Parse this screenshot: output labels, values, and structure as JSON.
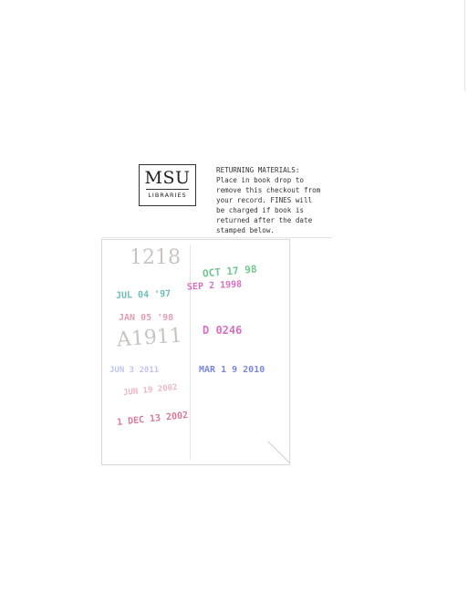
{
  "logo": {
    "name": "MSU",
    "sub": "LIBRARIES"
  },
  "notice": "RETURNING MATERIALS:\nPlace in book drop to\nremove this checkout from\nyour record. FINES will\nbe charged if book is\nreturned after the date\nstamped below.",
  "stamps": {
    "left": [
      "JUL 04 '97",
      "JAN 05 '98",
      "JUN 3 2011",
      "JUN 19 2002",
      "1 DEC 13 2002"
    ],
    "right": [
      "OCT 17 98",
      "SEP 2 1998",
      "D 0246",
      "MAR 1 9 2010"
    ]
  },
  "handwriting": [
    "1218",
    "A1911"
  ],
  "colors": {
    "stamp_red": "#d14a7a",
    "stamp_green": "#3fb36b",
    "stamp_blue": "#4a5fd0",
    "stamp_teal": "#3aa8a0",
    "stamp_magenta": "#d040b0",
    "pencil": "#8a7a7a"
  }
}
